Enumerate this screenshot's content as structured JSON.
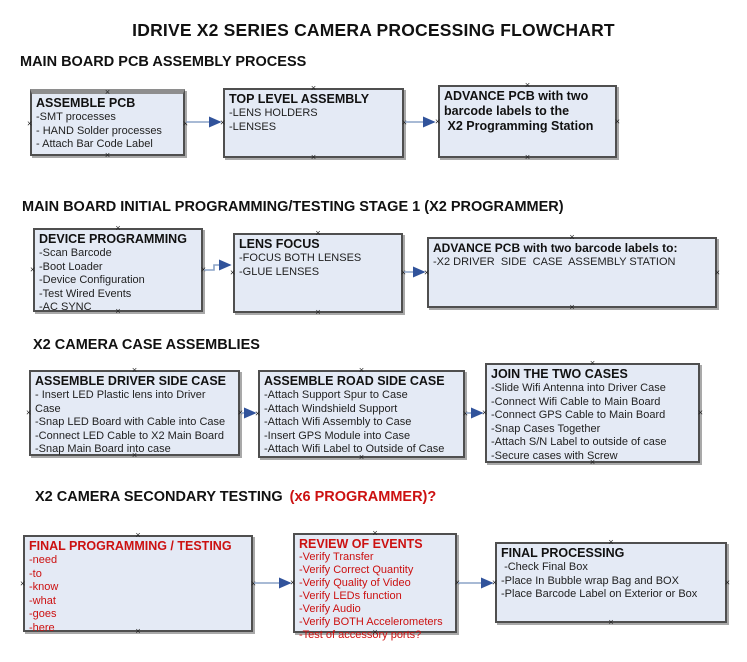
{
  "title": "IDRIVE X2  SERIES CAMERA PROCESSING FLOWCHART",
  "colors": {
    "box_fill": "#e4eaf5",
    "box_border": "#4f4f4f",
    "arrow_line": "#8ca3c7",
    "arrow_head": "#31539b",
    "red_text": "#cc1111",
    "black_text": "#1a1a1a"
  },
  "sections": [
    {
      "heading": "MAIN BOARD PCB ASSEMBLY PROCESS",
      "boxes": [
        {
          "header": "ASSEMBLE PCB",
          "items": [
            "-SMT processes",
            "- HAND Solder processes",
            "- Attach Bar Code Label"
          ]
        },
        {
          "header": "TOP LEVEL ASSEMBLY",
          "items": [
            "-LENS HOLDERS",
            "-LENSES"
          ]
        },
        {
          "header": "ADVANCE PCB with two\nbarcode labels to the\n X2 Programming Station",
          "items": []
        }
      ]
    },
    {
      "heading": "MAIN BOARD INITIAL PROGRAMMING/TESTING STAGE 1 (X2 PROGRAMMER)",
      "boxes": [
        {
          "header": "DEVICE PROGRAMMING",
          "items": [
            "-Scan Barcode",
            "-Boot Loader",
            "-Device Configuration",
            "-Test Wired Events",
            "-AC SYNC"
          ]
        },
        {
          "header": "LENS FOCUS",
          "items": [
            "-FOCUS BOTH LENSES",
            "-GLUE LENSES"
          ]
        },
        {
          "header": "ADVANCE PCB with two barcode labels to:",
          "items": [
            "-X2 DRIVER  SIDE  CASE  ASSEMBLY STATION"
          ]
        }
      ]
    },
    {
      "heading": "X2 CAMERA CASE ASSEMBLIES",
      "boxes": [
        {
          "header": "ASSEMBLE DRIVER SIDE CASE",
          "items": [
            "- Insert LED Plastic lens into Driver Case",
            "-Snap LED Board with Cable into Case",
            "-Connect LED Cable to X2 Main Board",
            "-Snap Main Board into case"
          ]
        },
        {
          "header": "ASSEMBLE ROAD SIDE CASE",
          "items": [
            "-Attach Support Spur to Case",
            "-Attach Windshield Support",
            "-Attach Wifi Assembly to Case",
            "-Insert GPS Module into Case",
            "-Attach Wifi Label to Outside of Case"
          ]
        },
        {
          "header": "JOIN THE TWO CASES",
          "items": [
            "-Slide Wifi Antenna into Driver Case",
            "-Connect Wifi Cable to Main Board",
            "-Connect GPS Cable to Main Board",
            "-Snap Cases Together",
            "-Attach S/N Label to outside of case",
            "-Secure cases with Screw"
          ]
        }
      ]
    },
    {
      "heading": "X2 CAMERA SECONDARY TESTING",
      "heading_red": "(x6 PROGRAMMER)?",
      "boxes": [
        {
          "header": "FINAL PROGRAMMING / TESTING",
          "items": [
            "-need",
            "-to",
            "-know",
            "-what",
            "-goes",
            "-here"
          ]
        },
        {
          "header": "REVIEW OF EVENTS",
          "items": [
            "-Verify Transfer",
            "-Verify Correct Quantity",
            "-Verify Quality of Video",
            "-Verify LEDs function",
            "-Verify Audio",
            "-Verify BOTH Accelerometers",
            "-Test of accessory ports?"
          ]
        },
        {
          "header": "FINAL PROCESSING",
          "items": [
            " -Check Final Box",
            "-Place In Bubble wrap Bag and BOX",
            "-Place Barcode Label on Exterior or Box"
          ]
        }
      ]
    }
  ]
}
